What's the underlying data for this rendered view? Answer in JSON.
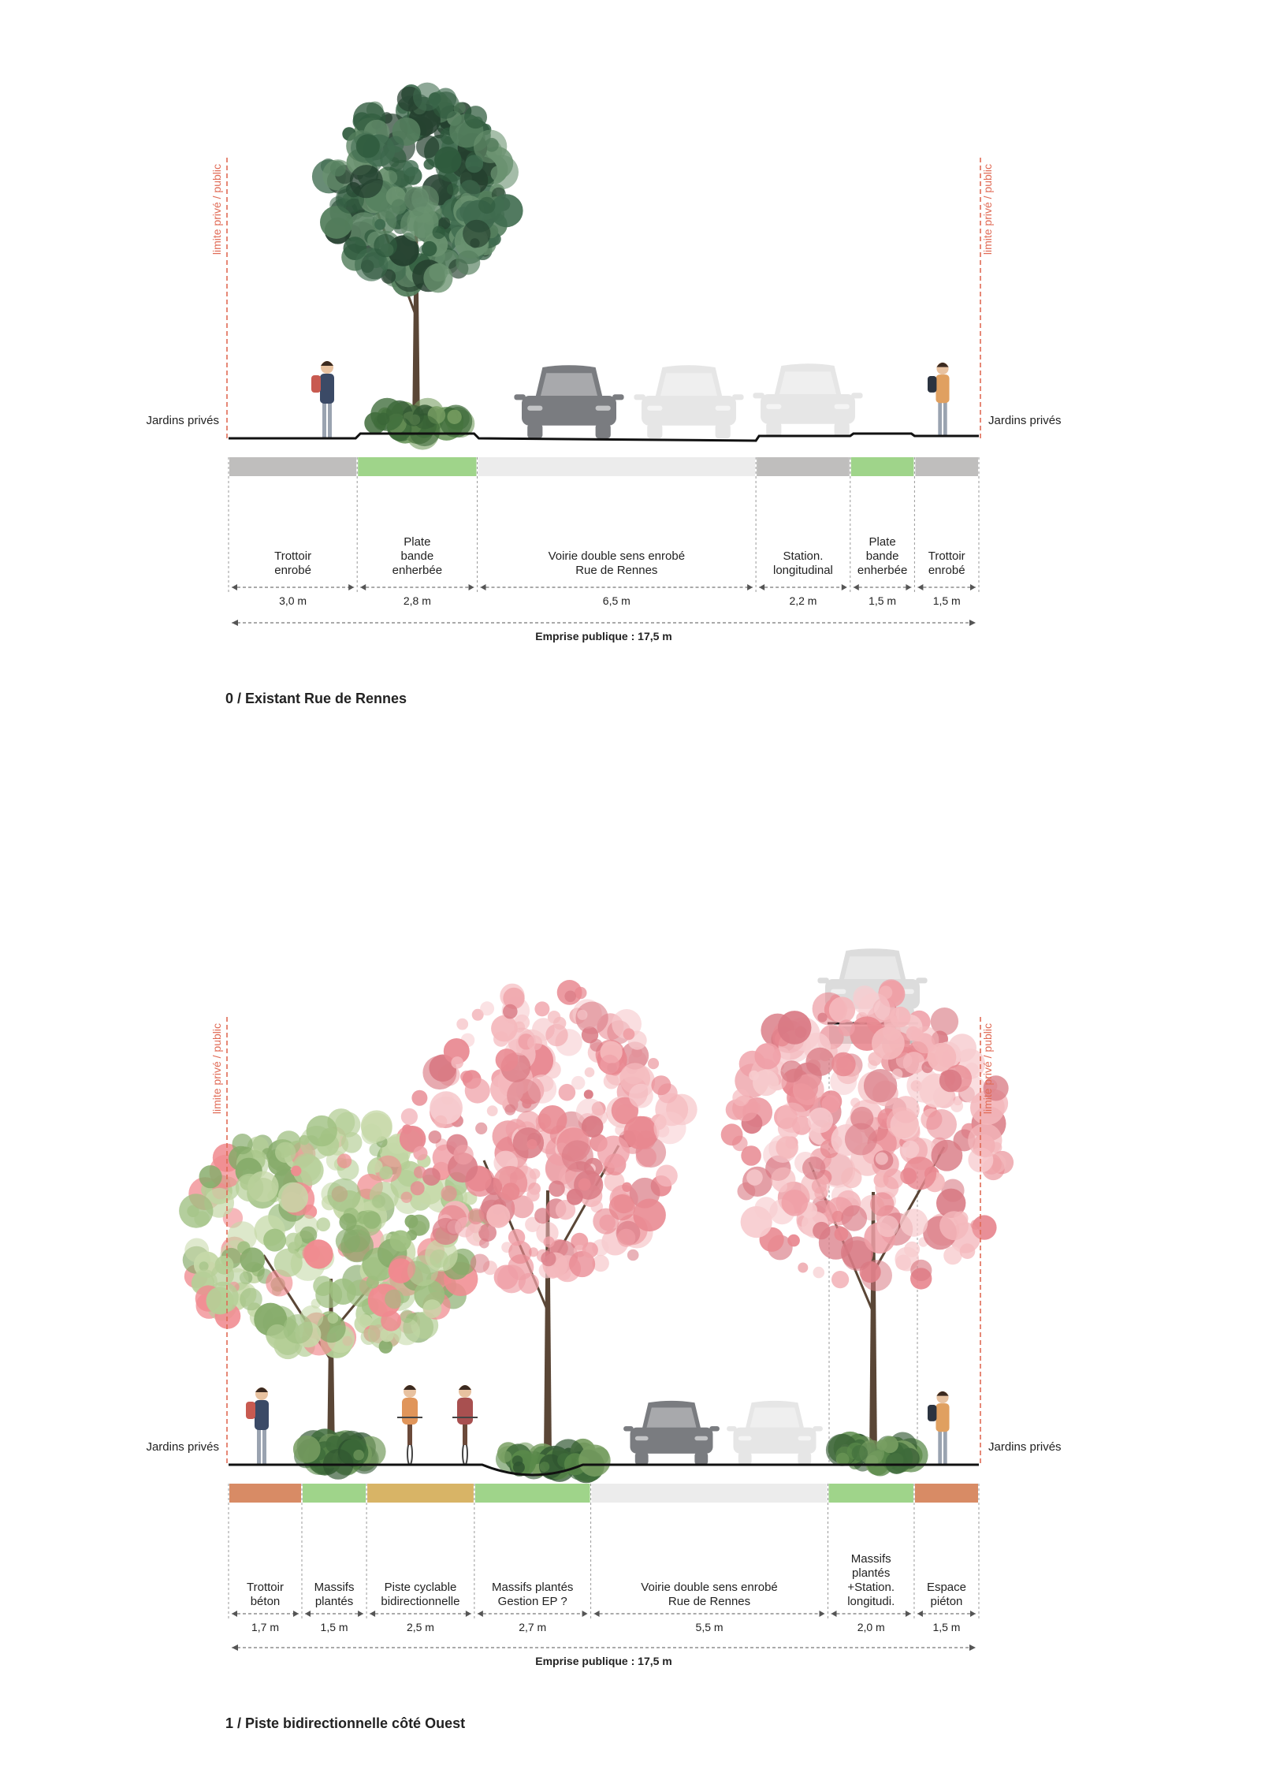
{
  "colors": {
    "limit_line": "#e06a55",
    "ground": "#111111",
    "dim_line": "#555555",
    "label": "#222222",
    "tree_existing": "#3f6b4f",
    "tree_trunk": "#5a4636",
    "tree_pink": "#ef9fa6",
    "tree_green": "#9dbf7f",
    "car_dark": "#7a7c80",
    "car_light": "#e6e6e6",
    "person": "#4a5568"
  },
  "sections": [
    {
      "id": "existing",
      "caption": "0 / Existant Rue de Rennes",
      "left_label": "Jardins privés",
      "right_label": "Jardins privés",
      "limit_label": "limite privé / public",
      "total_label": "Emprise publique : 17,5 m",
      "segments": [
        {
          "label": [
            "Trottoir",
            "enrobé"
          ],
          "width_m": 3.0,
          "dim": "3,0 m",
          "color": "#bfbebd"
        },
        {
          "label": [
            "Plate",
            "bande",
            "enherbée"
          ],
          "width_m": 2.8,
          "dim": "2,8 m",
          "color": "#9fd48a"
        },
        {
          "label": [
            "Voirie double sens enrobé",
            "Rue de Rennes"
          ],
          "width_m": 6.5,
          "dim": "6,5 m",
          "color": "#ececec"
        },
        {
          "label": [
            "Station.",
            "longitudinal"
          ],
          "width_m": 2.2,
          "dim": "2,2 m",
          "color": "#bfbebd"
        },
        {
          "label": [
            "Plate",
            "bande",
            "enherbée"
          ],
          "width_m": 1.5,
          "dim": "1,5 m",
          "color": "#9fd48a"
        },
        {
          "label": [
            "Trottoir",
            "enrobé"
          ],
          "width_m": 1.5,
          "dim": "1,5 m",
          "color": "#bfbebd"
        }
      ]
    },
    {
      "id": "proposal",
      "caption": "1 / Piste bidirectionnelle côté Ouest",
      "left_label": "Jardins privés",
      "right_label": "Jardins privés",
      "limit_label": "limite privé / public",
      "total_label": "Emprise publique : 17,5 m",
      "segments": [
        {
          "label": [
            "Trottoir",
            "béton"
          ],
          "width_m": 1.7,
          "dim": "1,7 m",
          "color": "#d88b65"
        },
        {
          "label": [
            "Massifs",
            "plantés"
          ],
          "width_m": 1.5,
          "dim": "1,5 m",
          "color": "#9fd48a"
        },
        {
          "label": [
            "Piste cyclable",
            "bidirectionnelle"
          ],
          "width_m": 2.5,
          "dim": "2,5 m",
          "color": "#d8b466"
        },
        {
          "label": [
            "Massifs plantés",
            "Gestion EP ?"
          ],
          "width_m": 2.7,
          "dim": "2,7 m",
          "color": "#9fd48a"
        },
        {
          "label": [
            "Voirie double sens enrobé",
            "Rue de Rennes"
          ],
          "width_m": 5.5,
          "dim": "5,5 m",
          "color": "#ececec"
        },
        {
          "label": [
            "Massifs",
            "plantés",
            "+Station.",
            "longitudi."
          ],
          "width_m": 2.0,
          "dim": "2,0 m",
          "color": "#9fd48a"
        },
        {
          "label": [
            "Espace",
            "piéton"
          ],
          "width_m": 1.5,
          "dim": "1,5 m",
          "color": "#d88b65"
        }
      ]
    }
  ]
}
